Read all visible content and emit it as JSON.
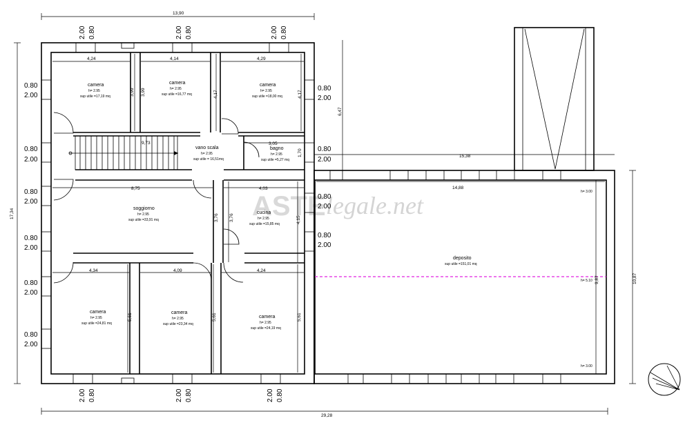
{
  "watermark": {
    "part1": "ASTE",
    "part2": "legale.net"
  },
  "overall_dims": {
    "top_width": "13,90",
    "bottom_width": "29,28",
    "left_height": "17,34",
    "right_height": "10,87",
    "wing_height": "6,47",
    "wing_width": "15,38"
  },
  "window_label": {
    "a": "0.80",
    "b": "2.00"
  },
  "rooms": [
    {
      "id": "camera-1",
      "name": "camera",
      "h": "h= 2.95",
      "area": "sup utile =17,19 mq"
    },
    {
      "id": "camera-2",
      "name": "camera",
      "h": "h= 2.95",
      "area": "sup utile =16,77 mq"
    },
    {
      "id": "camera-3",
      "name": "camera",
      "h": "h= 2.95",
      "area": "sup utile =18,00 mq"
    },
    {
      "id": "vano-scala",
      "name": "vano scala",
      "h": "h= 2.95",
      "area": "sup utile = 16,51mq"
    },
    {
      "id": "bagno",
      "name": "bagno",
      "h": "h= 2.95",
      "area": "sup utile =5,27 mq"
    },
    {
      "id": "soggiorno",
      "name": "soggiorno",
      "h": "h= 2.95",
      "area": "sup utile =33,91 mq"
    },
    {
      "id": "cucina",
      "name": "cucina",
      "h": "h= 2.95",
      "area": "sup utile =15,85 mq"
    },
    {
      "id": "deposito",
      "name": "deposito",
      "h": "",
      "area": "sup utile =151,01 mq"
    },
    {
      "id": "camera-4",
      "name": "camera",
      "h": "h= 2.95",
      "area": "sup utile =24,81 mq"
    },
    {
      "id": "camera-5",
      "name": "camera",
      "h": "h= 2.95",
      "area": "sup utile =23,34 mq"
    },
    {
      "id": "camera-6",
      "name": "camera",
      "h": "h= 2.95",
      "area": "sup utile =24,19 mq"
    }
  ],
  "deposito_heights": {
    "top": "h= 3.00",
    "mid": "h= 5.10",
    "bottom": "h= 3.00"
  },
  "room_dims": {
    "c1_w": "4,24",
    "c2_w": "4,14",
    "c3_w": "4,29",
    "c1_h": "3,99",
    "c2_h": "3,99",
    "c3_h": "4,17",
    "c3_h2": "4,17",
    "scala_w": "9,73",
    "bagno_w": "3,05",
    "bagno_h": "1,70",
    "sogg_w": "8,75",
    "sogg_h": "3,76",
    "cuc_w": "4,03",
    "cuc_h": "3,76",
    "cuc_h2": "4,15",
    "dep_w": "14,88",
    "dep_h": "9,87",
    "c4_w": "4,34",
    "c5_w": "4,09",
    "c6_w": "4,24",
    "c4_h": "5,61",
    "c5_h": "5,61",
    "c6_h": "5,61"
  }
}
